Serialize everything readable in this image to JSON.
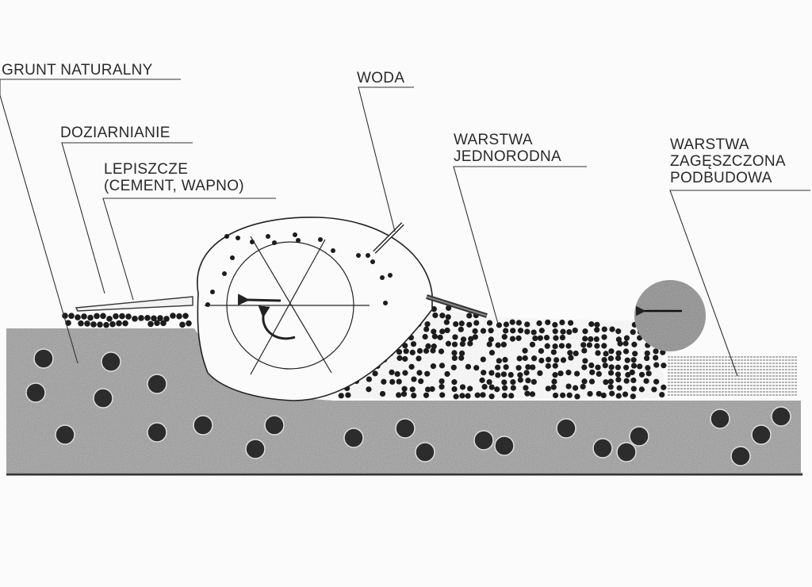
{
  "labels": {
    "grunt_naturalny": "GRUNT NATURALNY",
    "doziarnianie": "DOZIARNIANIE",
    "lepiszcze_line1": "LEPISZCZE",
    "lepiszcze_line2": "(CEMENT, WAPNO)",
    "woda": "WODA",
    "warstwa_jednorodna_line1": "WARSTWA",
    "warstwa_jednorodna_line2": "JEDNORODNA",
    "warstwa_zageszczona_line1": "WARSTWA",
    "warstwa_zageszczona_line2": "ZAGĘSZCZONA",
    "warstwa_zageszczona_line3": "PODBUDOWA"
  },
  "colors": {
    "ground": "#9a9a9a",
    "ground_dark": "#6e6e6e",
    "ink": "#222222",
    "paper": "#fbfbfb"
  }
}
